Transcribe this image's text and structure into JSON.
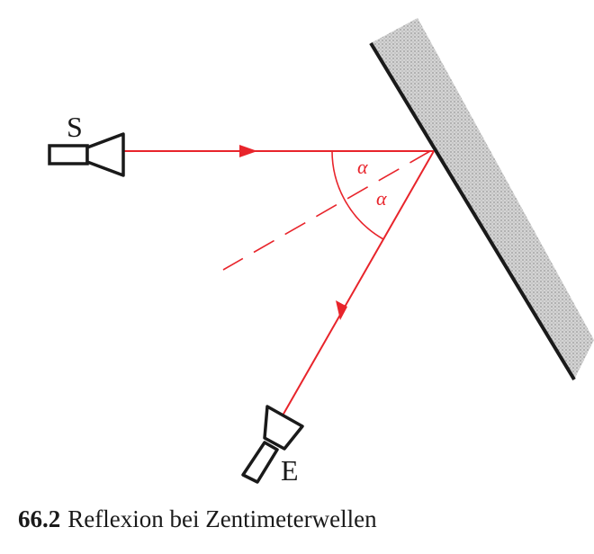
{
  "diagram": {
    "sender_label": "S",
    "receiver_label": "E",
    "incidence_angle_label": "α",
    "reflection_angle_label": "α"
  },
  "caption": {
    "number": "66.2",
    "text": "Reflexion bei Zentimeterwellen"
  },
  "colors": {
    "ray": "#e8242b",
    "outline": "#1a1a1a",
    "surface_shading": "#b8b8b8"
  }
}
